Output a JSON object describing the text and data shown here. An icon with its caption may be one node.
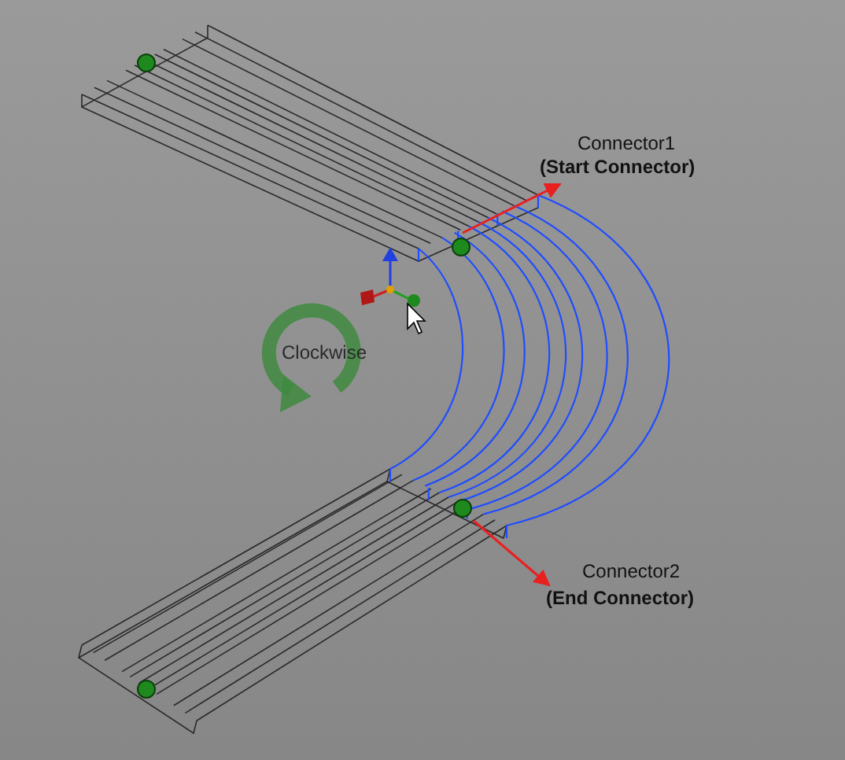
{
  "diagram": {
    "labels": [
      "Connector1",
      "(Start Connector)",
      "Clockwise",
      "Connector2",
      "(End Connector)"
    ]
  }
}
